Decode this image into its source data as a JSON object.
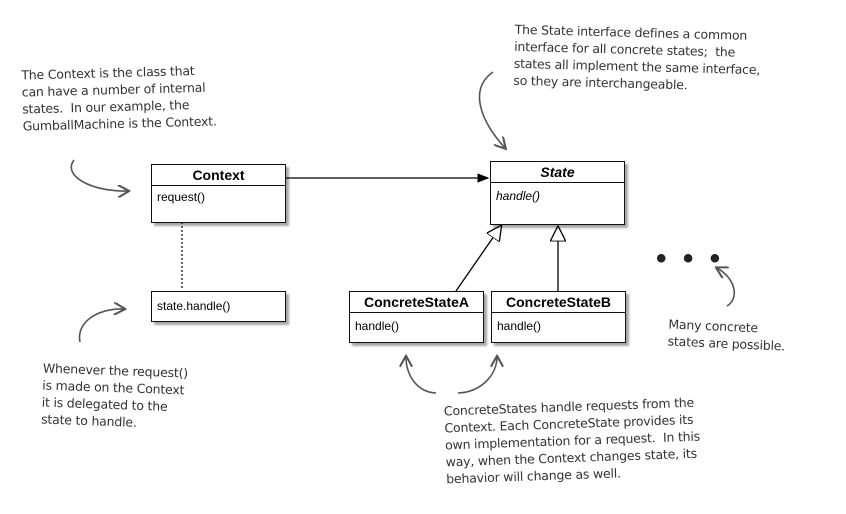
{
  "classes": {
    "context": {
      "name": "Context",
      "method": "request()"
    },
    "state": {
      "name": "State",
      "method": "handle()"
    },
    "concrete_a": {
      "name": "ConcreteStateA",
      "method": "handle()"
    },
    "concrete_b": {
      "name": "ConcreteStateB",
      "method": "handle()"
    },
    "delegate_note": {
      "text": "state.handle()"
    }
  },
  "ellipsis": "• • •",
  "annotations": {
    "context_note": "The Context is the class that\ncan have a number of internal\nstates.  In our example, the\nGumballMachine is the Context.",
    "state_note": "The State interface defines a common\ninterface for all concrete states;  the\nstates all implement the same interface,\nso they are interchangeable.",
    "request_note": "Whenever the request()\nis made on the Context\nit is delegated to the\nstate to handle.",
    "concrete_note": "ConcreteStates handle requests from the\nContext. Each ConcreteState provides its\nown implementation for a request.  In this\nway, when the Context changes state, its\nbehavior will change as well.",
    "many_note": "Many concrete\nstates are possible."
  }
}
